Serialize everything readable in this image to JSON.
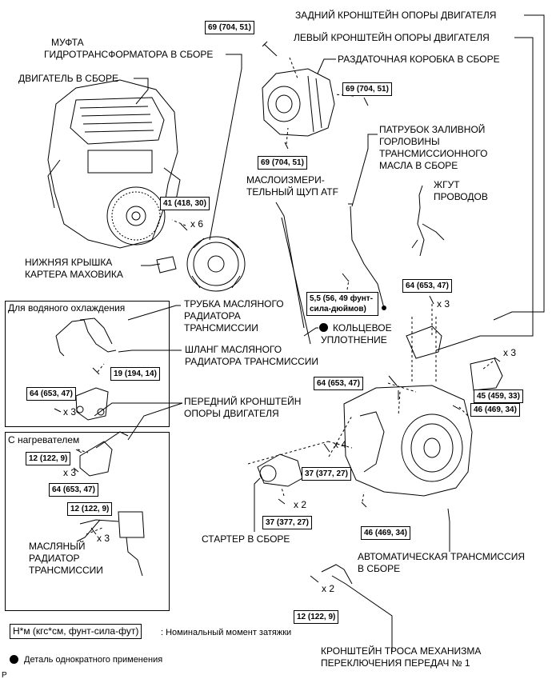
{
  "labels": {
    "rear_mount": "ЗАДНИЙ КРОНШТЕЙН ОПОРЫ ДВИГАТЕЛЯ",
    "left_mount": "ЛЕВЫЙ КРОНШТЕЙН ОПОРЫ ДВИГАТЕЛЯ",
    "transfer_l1": "РАЗДАТОЧНАЯ КОРОБКА В СБОРЕ",
    "converter_l1": "МУФТА",
    "converter_l2": "ГИДРОТРАНСФОРМАТОРА В СБОРЕ",
    "engine": "ДВИГАТЕЛЬ В СБОРЕ",
    "filler_l1": "ПАТРУБОК ЗАЛИВНОЙ",
    "filler_l2": "ГОРЛОВИНЫ",
    "filler_l3": "ТРАНСМИССИОННОГО",
    "filler_l4": "МАСЛА В СБОРЕ",
    "dipstick_l1": "МАСЛОИЗМЕРИ-",
    "dipstick_l2": "ТЕЛЬНЫЙ ЩУП ATF",
    "harness_l1": "ЖГУТ",
    "harness_l2": "ПРОВОДОВ",
    "flywheel_l1": "НИЖНЯЯ КРЫШКА",
    "flywheel_l2": "КАРТЕРА МАХОВИКА",
    "cooler_tube_l1": "ТРУБКА МАСЛЯНОГО",
    "cooler_tube_l2": "РАДИАТОРА",
    "cooler_tube_l3": "ТРАНСМИССИИ",
    "oring_l1": "КОЛЬЦЕВОЕ",
    "oring_l2": "УПЛОТНЕНИЕ",
    "cooler_hose_l1": "ШЛАНГ МАСЛЯНОГО",
    "cooler_hose_l2": "РАДИАТОРА ТРАНСМИССИИ",
    "front_mount_l1": "ПЕРЕДНИЙ КРОНШТЕЙН",
    "front_mount_l2": "ОПОРЫ ДВИГАТЕЛЯ",
    "cooler_l1": "МАСЛЯНЫЙ",
    "cooler_l2": "РАДИАТОР",
    "cooler_l3": "ТРАНСМИССИИ",
    "starter": "СТАРТЕР В СБОРЕ",
    "auto_trans_l1": "АВТОМАТИЧЕСКАЯ ТРАНСМИССИЯ",
    "auto_trans_l2": "В СБОРЕ",
    "shift_bracket_l1": "КРОНШТЕЙН ТРОСА МЕХАНИЗМА",
    "shift_bracket_l2": "ПЕРЕКЛЮЧЕНИЯ ПЕРЕДАЧ № 1"
  },
  "torques": {
    "t1": "69 (704, 51)",
    "t2": "69 (704, 51)",
    "t3": "69 (704, 51)",
    "t4": "41 (418, 30)",
    "t5": "5,5 (56, 49 фунт-сила-дюймов)",
    "t6": "64 (653, 47)",
    "t7": "19 (194, 14)",
    "t8": "64 (653, 47)",
    "t9": "64 (653, 47)",
    "t10": "45 (459, 33)",
    "t11": "46 (469, 34)",
    "t12": "12 (122, 9)",
    "t13": "64 (653, 47)",
    "t14": "37 (377, 27)",
    "t15": "12 (122, 9)",
    "t16": "37 (377, 27)",
    "t17": "46 (469, 34)",
    "t18": "12 (122, 9)"
  },
  "qty": {
    "x6": "x 6",
    "x3a": "x 3",
    "x3b": "x 3",
    "x3c": "x 3",
    "x3d": "x 3",
    "x3e": "x 3",
    "x4": "x 4",
    "x2a": "x 2",
    "x2b": "x 2"
  },
  "panels": {
    "water": "Для водяного охлаждения",
    "heater": "С нагревателем"
  },
  "legend": {
    "torque_key": "Н*м (кгс*см, фунт-сила-фут)",
    "torque_desc": ": Номинальный момент затяжки",
    "nonreuse": "Деталь однократного применения"
  },
  "footer": "P"
}
